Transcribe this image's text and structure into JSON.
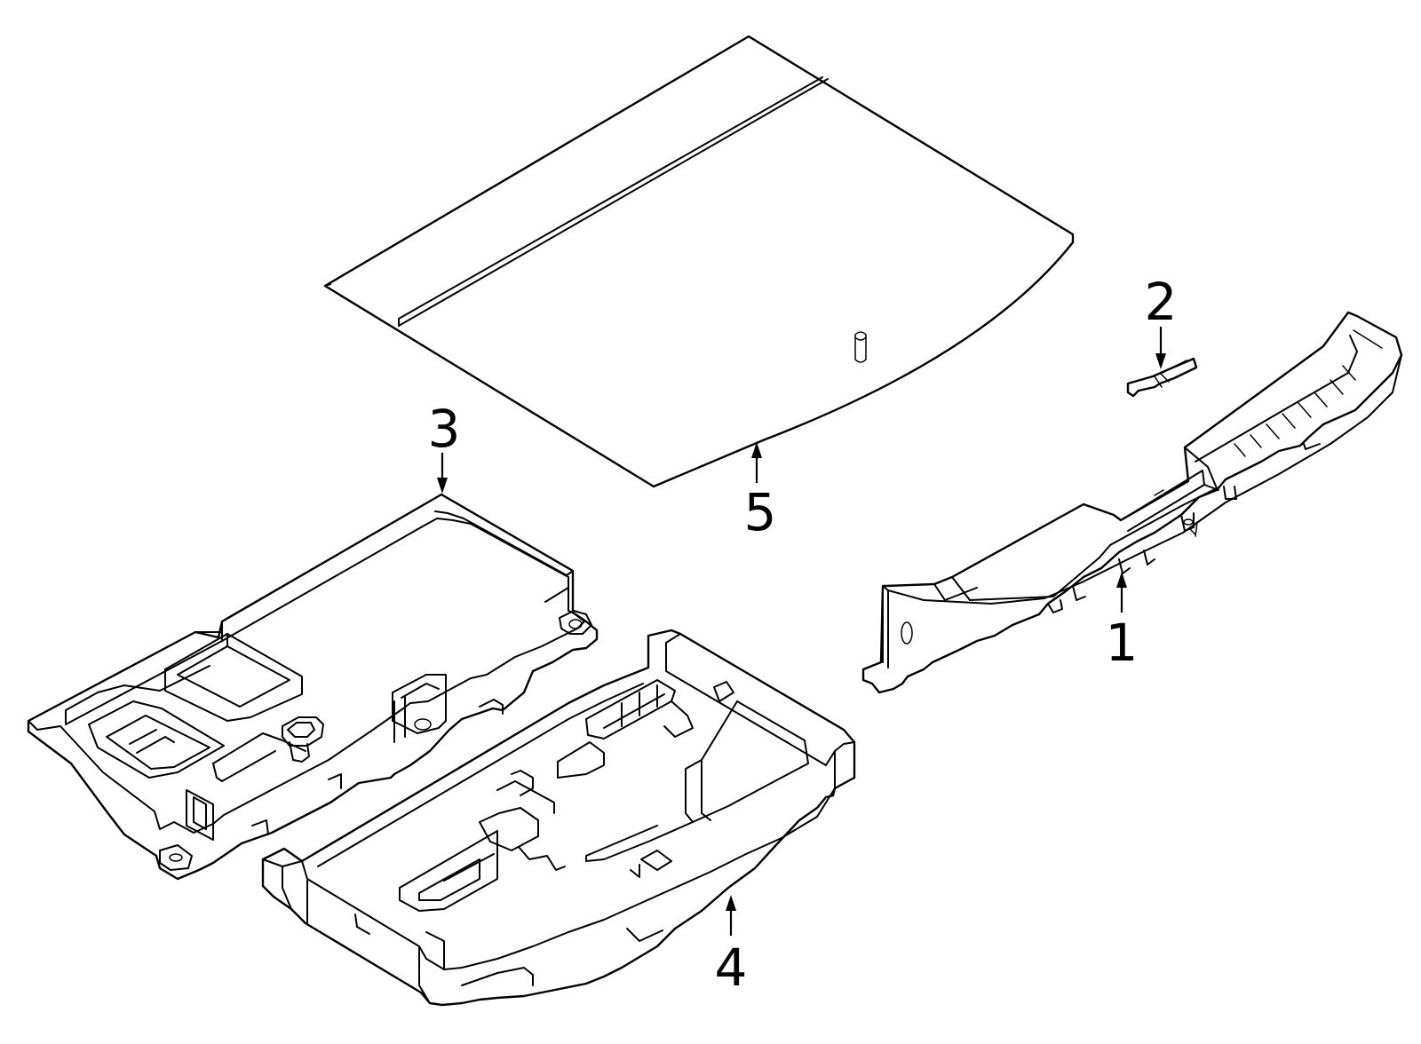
{
  "diagram": {
    "style": "line-art exploded parts diagram",
    "background_color": "#ffffff",
    "line_color": "#000000",
    "callouts": [
      {
        "id": "callout-1",
        "label": "1"
      },
      {
        "id": "callout-2",
        "label": "2"
      },
      {
        "id": "callout-3",
        "label": "3"
      },
      {
        "id": "callout-4",
        "label": "4"
      },
      {
        "id": "callout-5",
        "label": "5"
      }
    ]
  }
}
